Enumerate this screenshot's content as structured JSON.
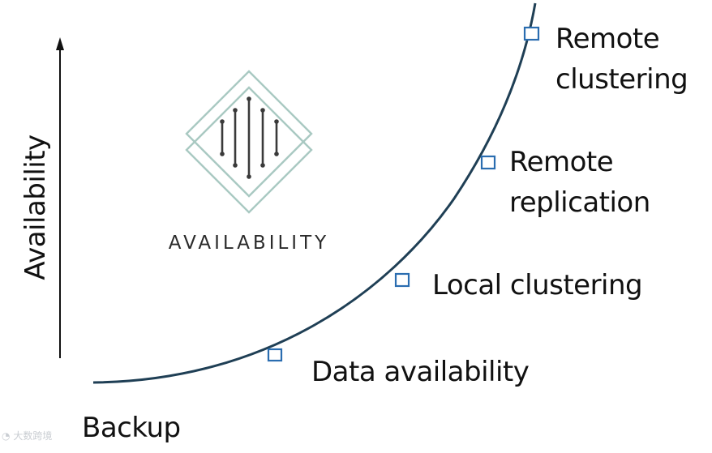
{
  "diagram": {
    "axis_label": "Availability",
    "logo": {
      "wordmark": "AVAILABILITY",
      "icon": "diamond-pillars-icon"
    },
    "stages": [
      {
        "lines": [
          "Backup"
        ]
      },
      {
        "lines": [
          "Data availability"
        ]
      },
      {
        "lines": [
          "Local clustering"
        ]
      },
      {
        "lines": [
          "Remote",
          "replication"
        ]
      },
      {
        "lines": [
          "Remote",
          "clustering"
        ]
      }
    ],
    "watermark": "大数跨境"
  },
  "colors": {
    "curve": "#1f3f55",
    "marker": "#2a6db0",
    "logo_frame": "#a9c9c2",
    "logo_pillars": "#3a3a3a",
    "text": "#111111"
  }
}
